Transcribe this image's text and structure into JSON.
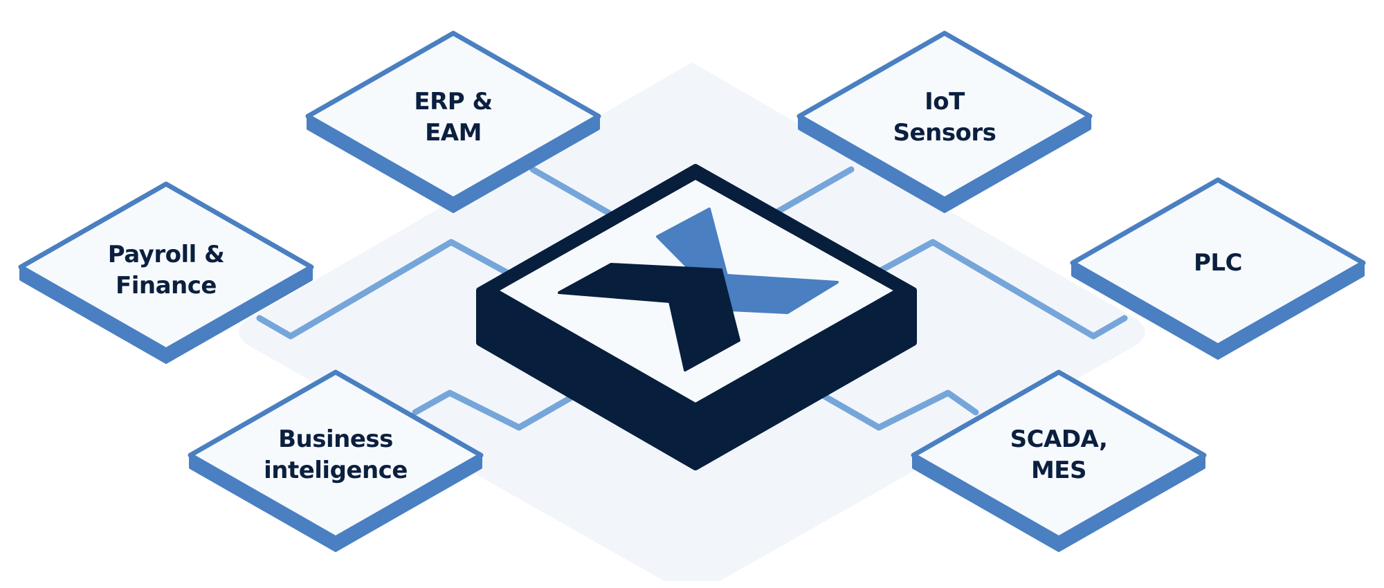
{
  "diagram": {
    "hub": {
      "name": "X"
    },
    "nodes": [
      {
        "id": "erp-eam",
        "label": "ERP &\nEAM"
      },
      {
        "id": "iot-sensors",
        "label": "IoT\nSensors"
      },
      {
        "id": "payroll-finance",
        "label": "Payroll &\nFinance"
      },
      {
        "id": "plc",
        "label": "PLC"
      },
      {
        "id": "business-intelligence",
        "label": "Business\ninteligence"
      },
      {
        "id": "scada-mes",
        "label": "SCADA,\nMES"
      }
    ]
  },
  "colors": {
    "hub_dark": "#071e3d",
    "node_blue": "#4a7fc1",
    "connector_blue": "#76a6d9",
    "tile_fill": "#f7fafd",
    "background_shape": "#f2f6fb",
    "label_text": "#0b1f3f"
  }
}
